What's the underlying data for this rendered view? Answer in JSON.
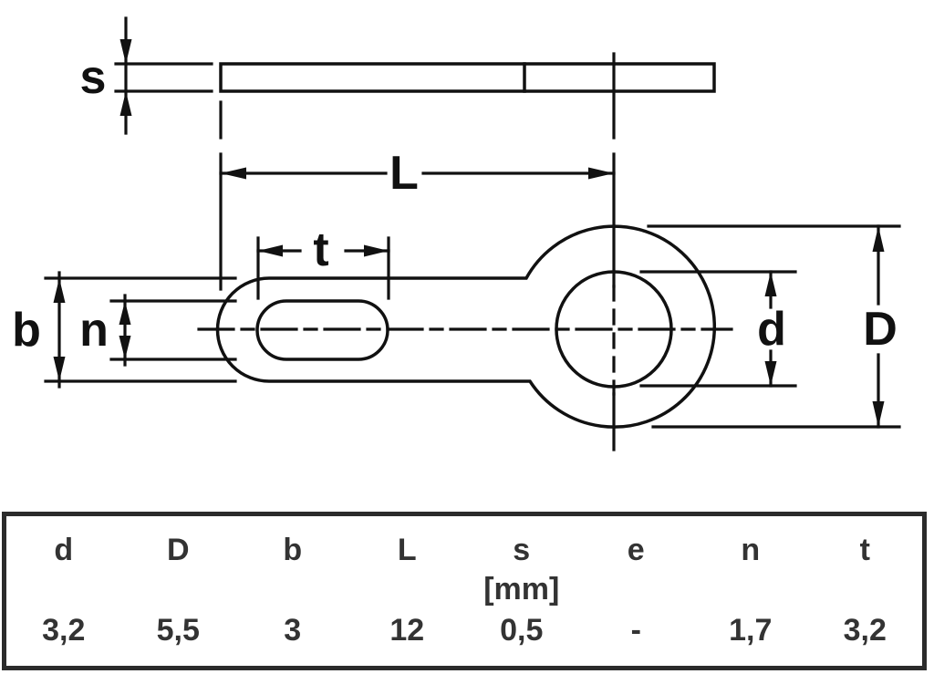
{
  "drawing": {
    "labels": {
      "s": "s",
      "L": "L",
      "t": "t",
      "b": "b",
      "n": "n",
      "d": "d",
      "D": "D"
    }
  },
  "table": {
    "headers": [
      "d",
      "D",
      "b",
      "L",
      "s",
      "e",
      "n",
      "t"
    ],
    "unit_label": "[mm]",
    "values": [
      "3,2",
      "5,5",
      "3",
      "12",
      "0,5",
      "-",
      "1,7",
      "3,2"
    ]
  },
  "colors": {
    "line": "#111111",
    "table_border": "#2b2b2b",
    "table_text": "#333333",
    "background": "#ffffff"
  }
}
